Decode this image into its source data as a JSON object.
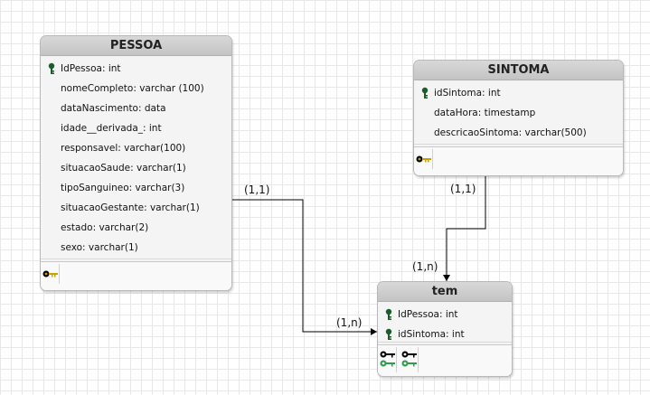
{
  "entities": {
    "pessoa": {
      "title": "PESSOA",
      "attributes": [
        {
          "label": "IdPessoa: int"
        },
        {
          "label": "nomeCompleto: varchar (100)"
        },
        {
          "label": "dataNascimento: data"
        },
        {
          "label": "idade__derivada_: int"
        },
        {
          "label": "responsavel: varchar(100)"
        },
        {
          "label": "situacaoSaude: varchar(1)"
        },
        {
          "label": "tipoSanguineo: varchar(3)"
        },
        {
          "label": "situacaoGestante: varchar(1)"
        },
        {
          "label": "estado: varchar(2)"
        },
        {
          "label": "sexo: varchar(1)"
        }
      ]
    },
    "sintoma": {
      "title": "SINTOMA",
      "attributes": [
        {
          "label": "idSintoma: int"
        },
        {
          "label": "dataHora: timestamp"
        },
        {
          "label": "descricaoSintoma: varchar(500)"
        }
      ]
    },
    "tem": {
      "title": "tem",
      "attributes": [
        {
          "label": "IdPessoa: int"
        },
        {
          "label": "idSintoma: int"
        }
      ]
    }
  },
  "cardinalities": {
    "pessoa_side": "(1,1)",
    "tem_from_pessoa": "(1,n)",
    "sintoma_side": "(1,1)",
    "tem_from_sintoma": "(1,n)"
  },
  "colors": {
    "primary_key": "#1a5c2a",
    "foreign_key": "#2e9e4a",
    "unique_key": "#c8a000",
    "line": "#000000"
  }
}
